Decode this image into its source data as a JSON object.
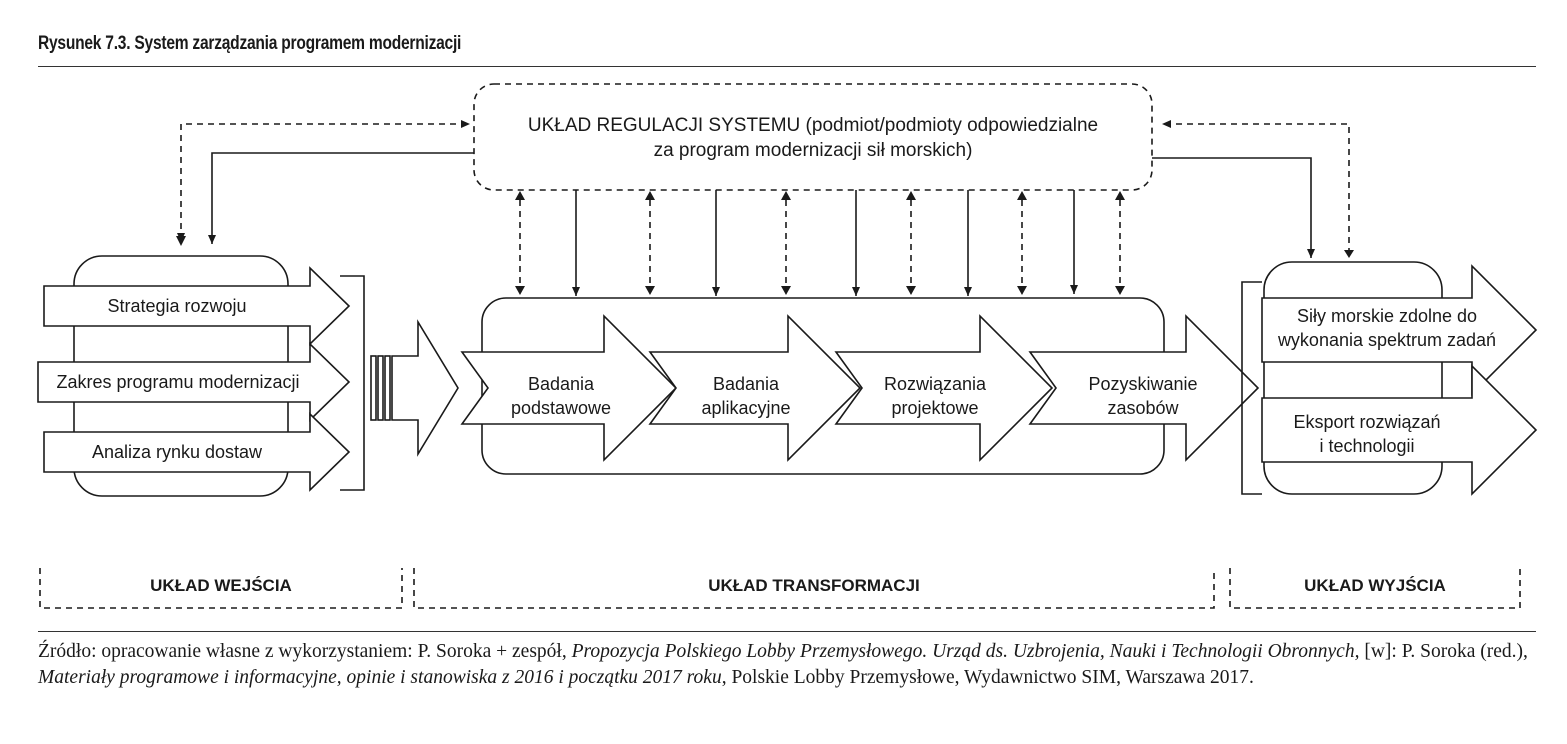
{
  "figure_title": "Rysunek 7.3. System zarządzania programem modernizacji",
  "regulation": {
    "line1": "UKŁAD REGULACJI SYSTEMU (podmiot/podmioty odpowiedzialne",
    "line2": "za program modernizacji sił morskich)"
  },
  "inputs": [
    "Strategia rozwoju",
    "Zakres programu modernizacji",
    "Analiza rynku dostaw"
  ],
  "stages": [
    {
      "line1": "Badania",
      "line2": "podstawowe"
    },
    {
      "line1": "Badania",
      "line2": "aplikacyjne"
    },
    {
      "line1": "Rozwiązania",
      "line2": "projektowe"
    },
    {
      "line1": "Pozyskiwanie",
      "line2": "zasobów"
    }
  ],
  "outputs": [
    {
      "line1": "Siły morskie zdolne do",
      "line2": "wykonania spektrum zadań"
    },
    {
      "line1": "Eksport rozwiązań",
      "line2": "i technologii"
    }
  ],
  "sections": {
    "input": "UKŁAD WEJŚCIA",
    "transform": "UKŁAD TRANSFORMACJI",
    "output": "UKŁAD WYJŚCIA"
  },
  "source": {
    "p1": "Źródło: opracowanie własne z wykorzystaniem: P. Soroka + zespół, ",
    "p2": "Propozycja Polskiego Lobby Przemysłowego. Urząd ds. Uzbrojenia, Nauki i Technologii Obronnych,",
    "p3": " [w]: P. Soroka (red.), ",
    "p4": "Materiały programowe i informacyjne, opinie i stanowiska z 2016 i początku 2017 roku",
    "p5": ", Polskie Lobby Przemysłowe, Wydawnictwo SIM, Warszawa 2017."
  }
}
